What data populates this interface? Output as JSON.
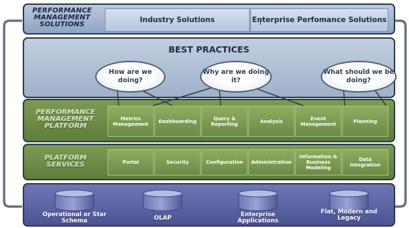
{
  "solutions": {
    "label": "PERFORMANCE MANAGEMENT SOLUTIONS",
    "items": [
      "Industry Solutions",
      "Enterprise Perfomance Solutions"
    ]
  },
  "best_practices": {
    "label": "BEST PRACTICES"
  },
  "questions": [
    "How are we doing?",
    "Why are we doing it?",
    "What should we be doing?"
  ],
  "platform": {
    "label": "PERFORMANCE MANAGEMENT PLATFORM",
    "modules": [
      "Metrics Management",
      "Dashboarding",
      "Query & Reporting",
      "Analysis",
      "Event Management",
      "Planning"
    ]
  },
  "services": {
    "label": "PLATFORM SERVICES",
    "modules": [
      "Portal",
      "Security",
      "Configuration",
      "Administration",
      "Information & Business Modeling",
      "Data Integration"
    ]
  },
  "data_sources": [
    "Operational or Star Schema",
    "OLAP",
    "Enterprise Applications",
    "Flat, Modern and Legacy"
  ],
  "colors": {
    "frame": "#2e3a4a",
    "green": "#6c8a45",
    "blue": "#9fb0c9",
    "purple": "#4b5394"
  }
}
